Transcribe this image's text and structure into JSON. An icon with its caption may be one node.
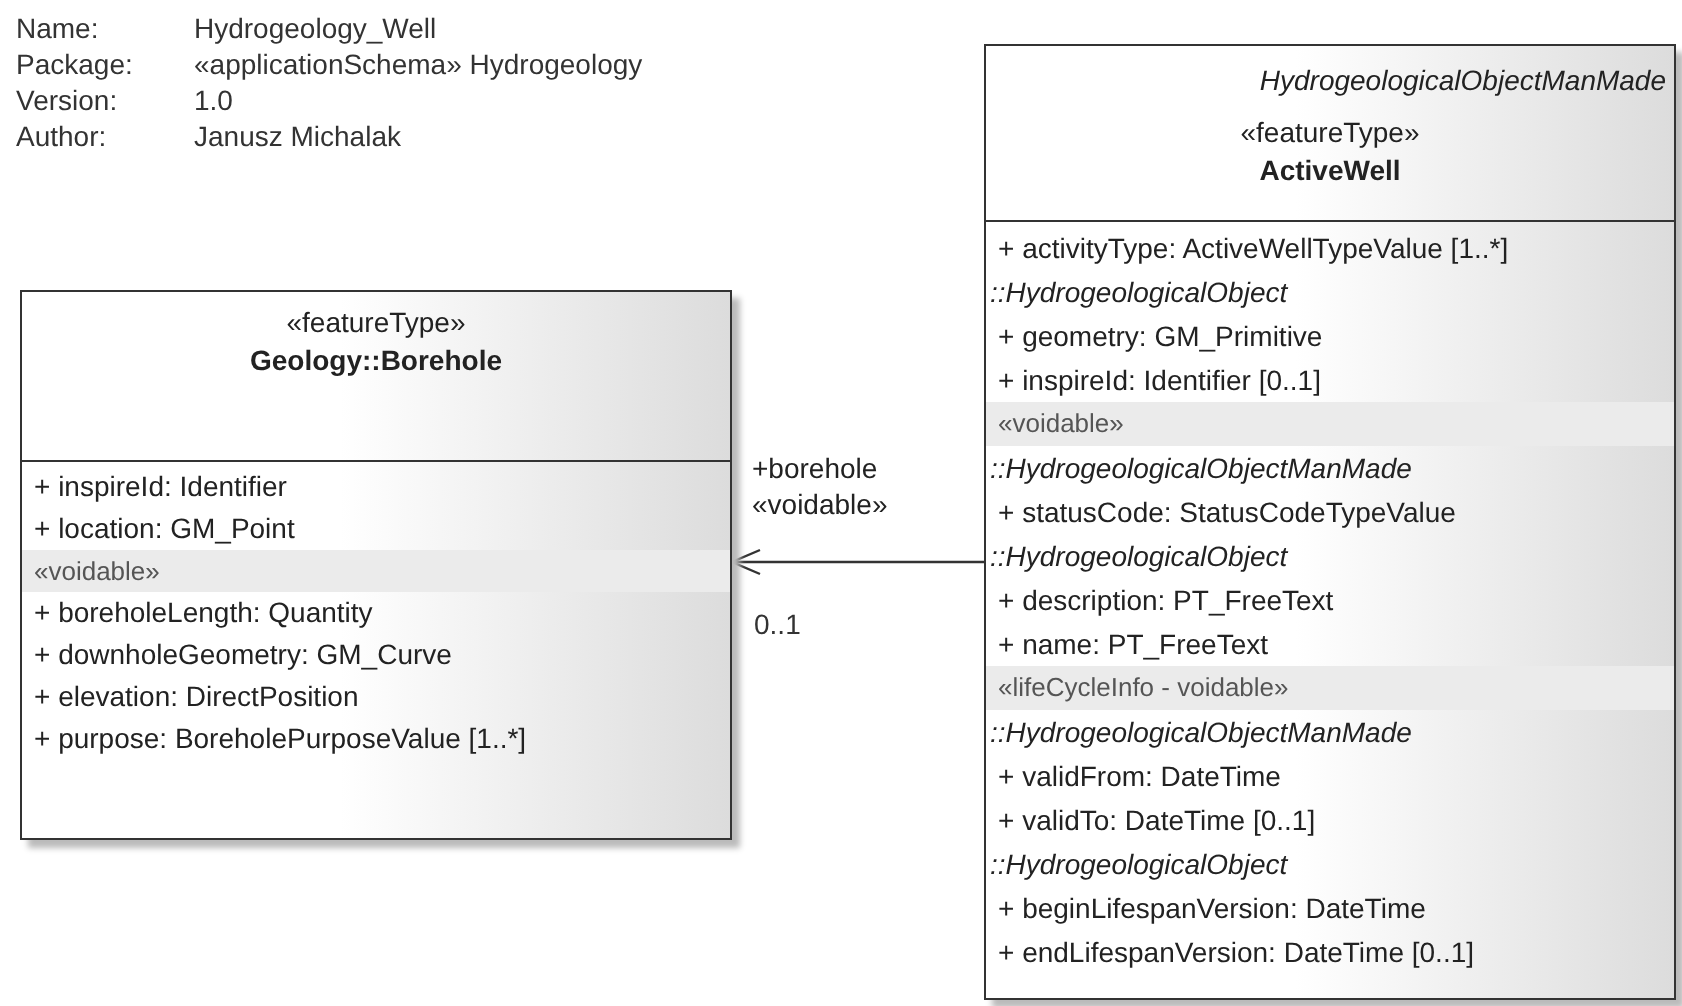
{
  "diagram": {
    "nodes": [
      {
        "text": [
          "«featureType»",
          "Geology::Borehole",
          "+ inspireId: Identifier",
          "+ location: GM_Point",
          "«voidable»",
          "+ boreholeLength: Quantity",
          "+ downholeGeometry: GM_Curve",
          "+ elevation: DirectPosition",
          "+ purpose: BoreholePurposeValue [1..*]"
        ]
      },
      {
        "text": [
          "HydrogeologicalObjectManMade",
          "«featureType»",
          "ActiveWell",
          "+ activityType: ActiveWellTypeValue [1..*]",
          "::HydrogeologicalObject",
          "+ geometry: GM_Primitive",
          "+ inspireId: Identifier [0..1]",
          "«voidable»",
          "::HydrogeologicalObjectManMade",
          "+ statusCode: StatusCodeTypeValue",
          "::HydrogeologicalObject",
          "+ description: PT_FreeText",
          "+ name: PT_FreeText",
          "«lifeCycleInfo - voidable»",
          "::HydrogeologicalObjectManMade",
          "+ validFrom: DateTime",
          "+ validTo: DateTime [0..1]",
          "::HydrogeologicalObject",
          "+ beginLifespanVersion: DateTime",
          "+ endLifespanVersion: DateTime [0..1]"
        ]
      }
    ],
    "edges": [
      {
        "from": 1,
        "to": 0,
        "arrow": "to",
        "label": "+borehole «voidable»"
      }
    ],
    "labels": [
      "Name:",
      "Hydrogeology_Well",
      "Package:",
      "«applicationSchema» Hydrogeology",
      "Version:",
      "1.0",
      "Author:",
      "Janusz Michalak",
      "0..1"
    ]
  }
}
